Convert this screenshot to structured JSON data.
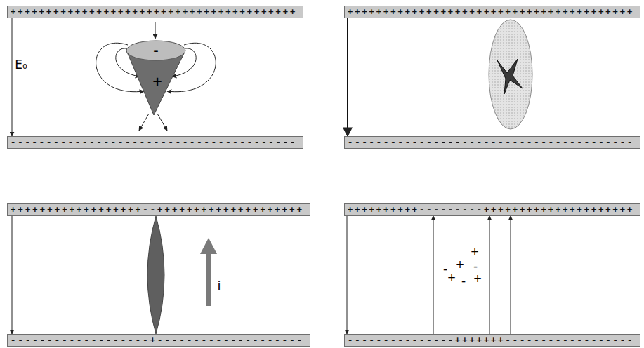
{
  "diagram": {
    "nodes": [
      {
        "text": [
          "++++++++++++++++++++++++++++++++++++++++"
        ]
      },
      {
        "text": [
          "-",
          "+"
        ]
      },
      {
        "text": [
          "----------------------------------------"
        ]
      },
      {
        "text": [
          "++++++++++++++++++++++++++++++++++++++++"
        ]
      },
      {
        "text": [
          "----------------------------------------"
        ]
      },
      {
        "text": [
          "++++++++++++++++++--++++++++++++++++++++"
        ]
      },
      {
        "text": [
          "-------------------+--------------------"
        ]
      },
      {
        "text": [
          "++++++++++---------+++++++++++++++++++++"
        ]
      },
      {
        "text": [
          "---------------+++++++------------------"
        ]
      }
    ],
    "edges": [
      {
        "from": 0,
        "to": 2,
        "arrow": "to",
        "label": "E₀"
      },
      {
        "from": 3,
        "to": 4,
        "arrow": "to"
      },
      {
        "from": 5,
        "to": 6,
        "arrow": "to"
      },
      {
        "from": 7,
        "to": 8,
        "arrow": "to"
      },
      {
        "from": 8,
        "to": 7,
        "arrow": "to"
      },
      {
        "from": 8,
        "to": 7,
        "arrow": "to"
      },
      {
        "from": 8,
        "to": 7,
        "arrow": "to"
      }
    ],
    "labels": [
      "i",
      "+",
      "-",
      "+",
      "-",
      "+",
      "-",
      "+"
    ]
  }
}
